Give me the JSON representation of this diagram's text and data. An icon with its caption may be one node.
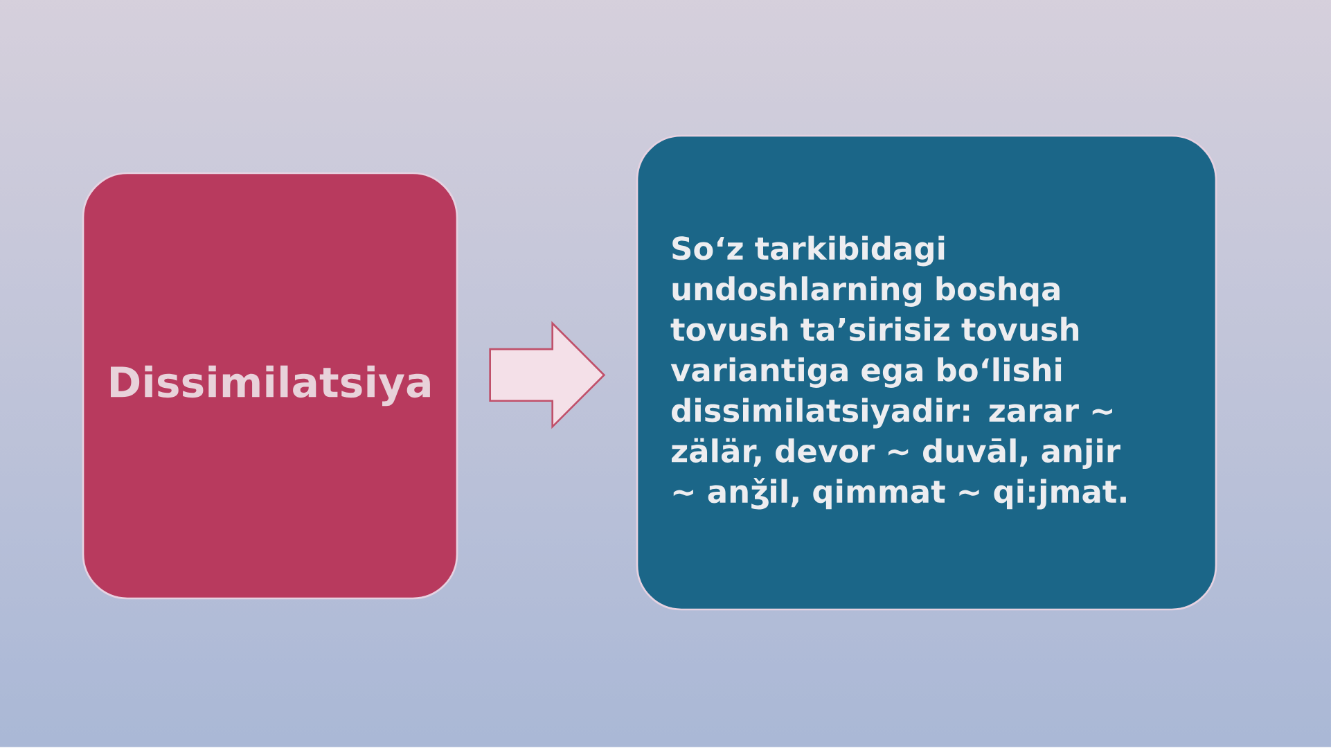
{
  "diagram": {
    "nodes": [
      {
        "text": [
          "Dissimilatsiya"
        ]
      },
      {
        "text": [
          "So‘z tarkibidagi undoshlarning boshqa tovush ta’sirisiz tovush variantiga ega bo‘lishi dissimilatsiyadir: zarar ~ zälär, devor ~ duvāl, anjir ~ anǯil, qimmat ~ qi:jmat."
        ]
      }
    ],
    "edges": [
      {
        "from": 0,
        "to": 1,
        "arrow": "to"
      }
    ]
  }
}
